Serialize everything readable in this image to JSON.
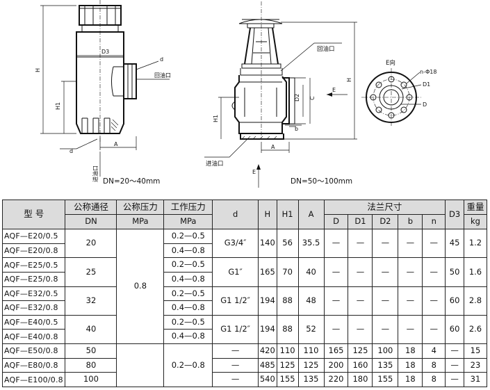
{
  "drawings": {
    "left": {
      "caption": "DN=20～40mm",
      "labels": {
        "d3": "D3",
        "d_top": "d",
        "return_port": "回油口",
        "h": "H",
        "h1": "H1",
        "d_bottom": "d",
        "a": "A",
        "inlet": "进油口"
      }
    },
    "right": {
      "caption": "DN=50～100mm",
      "labels": {
        "return_port": "回油口",
        "d2": "D2",
        "c": "C",
        "e_arrow": "E",
        "h1": "H1",
        "b": "b",
        "h": "H",
        "a": "A",
        "inlet": "进油口",
        "e_bottom": "E"
      }
    },
    "flange": {
      "labels": {
        "e_view": "E向",
        "bolt": "n-Φ18",
        "d1": "D1",
        "d": "D"
      }
    }
  },
  "table": {
    "headers": {
      "model": "型 号",
      "dn_top": "公称通径",
      "dn_bottom": "DN",
      "pn_top": "公称压力",
      "pn_bottom": "MPa",
      "wp_top": "工作压力",
      "wp_bottom": "MPa",
      "d": "d",
      "h": "H",
      "h1": "H1",
      "a": "A",
      "flange": "法兰尺寸",
      "fl_d": "D",
      "fl_d1": "D1",
      "fl_d2": "D2",
      "fl_b": "b",
      "fl_n": "n",
      "d3": "D3",
      "weight_top": "重量",
      "weight_bottom": "kg"
    },
    "rows": [
      {
        "model": "AQF—E20/0.5"
      },
      {
        "model": "AQF—E20/0.8"
      },
      {
        "model": "AQF—E25/0.5"
      },
      {
        "model": "AQF—E25/0.8"
      },
      {
        "model": "AQF—E32/0.5"
      },
      {
        "model": "AQF—E32/0.8"
      },
      {
        "model": "AQF—E40/0.5"
      },
      {
        "model": "AQF—E40/0.8"
      },
      {
        "model": "AQF—E50/0.8"
      },
      {
        "model": "AQF—E80/0.8"
      },
      {
        "model": "AQF—E100/0.8"
      }
    ],
    "groups": [
      {
        "dn": "20",
        "d": "G3/4″",
        "h": "140",
        "h1": "56",
        "a": "35.5",
        "fl_d": "—",
        "fl_d1": "—",
        "fl_d2": "—",
        "fl_b": "—",
        "fl_n": "—",
        "d3": "45",
        "weight": "1.2"
      },
      {
        "dn": "25",
        "d": "G1″",
        "h": "165",
        "h1": "70",
        "a": "40",
        "fl_d": "—",
        "fl_d1": "—",
        "fl_d2": "—",
        "fl_b": "—",
        "fl_n": "—",
        "d3": "50",
        "weight": "1.6"
      },
      {
        "dn": "32",
        "d": "G1 1/2″",
        "h": "194",
        "h1": "88",
        "a": "48",
        "fl_d": "—",
        "fl_d1": "—",
        "fl_d2": "—",
        "fl_b": "—",
        "fl_n": "—",
        "d3": "60",
        "weight": "2.8"
      },
      {
        "dn": "40",
        "d": "G1 1/2″",
        "h": "194",
        "h1": "88",
        "a": "52",
        "fl_d": "—",
        "fl_d1": "—",
        "fl_d2": "—",
        "fl_b": "—",
        "fl_n": "—",
        "d3": "60",
        "weight": "2.6"
      }
    ],
    "work_pressure_small": [
      "0.2—0.5",
      "0.4—0.8"
    ],
    "pn_shared": "0.8",
    "wp_large": "0.2—0.8",
    "large_rows": [
      {
        "dn": "50",
        "d": "—",
        "h": "420",
        "h1": "110",
        "a": "110",
        "fl_d": "165",
        "fl_d1": "125",
        "fl_d2": "100",
        "fl_b": "18",
        "fl_n": "4",
        "d3": "—",
        "weight": "15"
      },
      {
        "dn": "80",
        "d": "—",
        "h": "485",
        "h1": "125",
        "a": "125",
        "fl_d": "200",
        "fl_d1": "160",
        "fl_d2": "135",
        "fl_b": "18",
        "fl_n": "8",
        "d3": "—",
        "weight": "23"
      },
      {
        "dn": "100",
        "d": "—",
        "h": "540",
        "h1": "155",
        "a": "135",
        "fl_d": "220",
        "fl_d1": "180",
        "fl_d2": "155",
        "fl_b": "18",
        "fl_n": "8",
        "d3": "—",
        "weight": "31"
      }
    ]
  }
}
